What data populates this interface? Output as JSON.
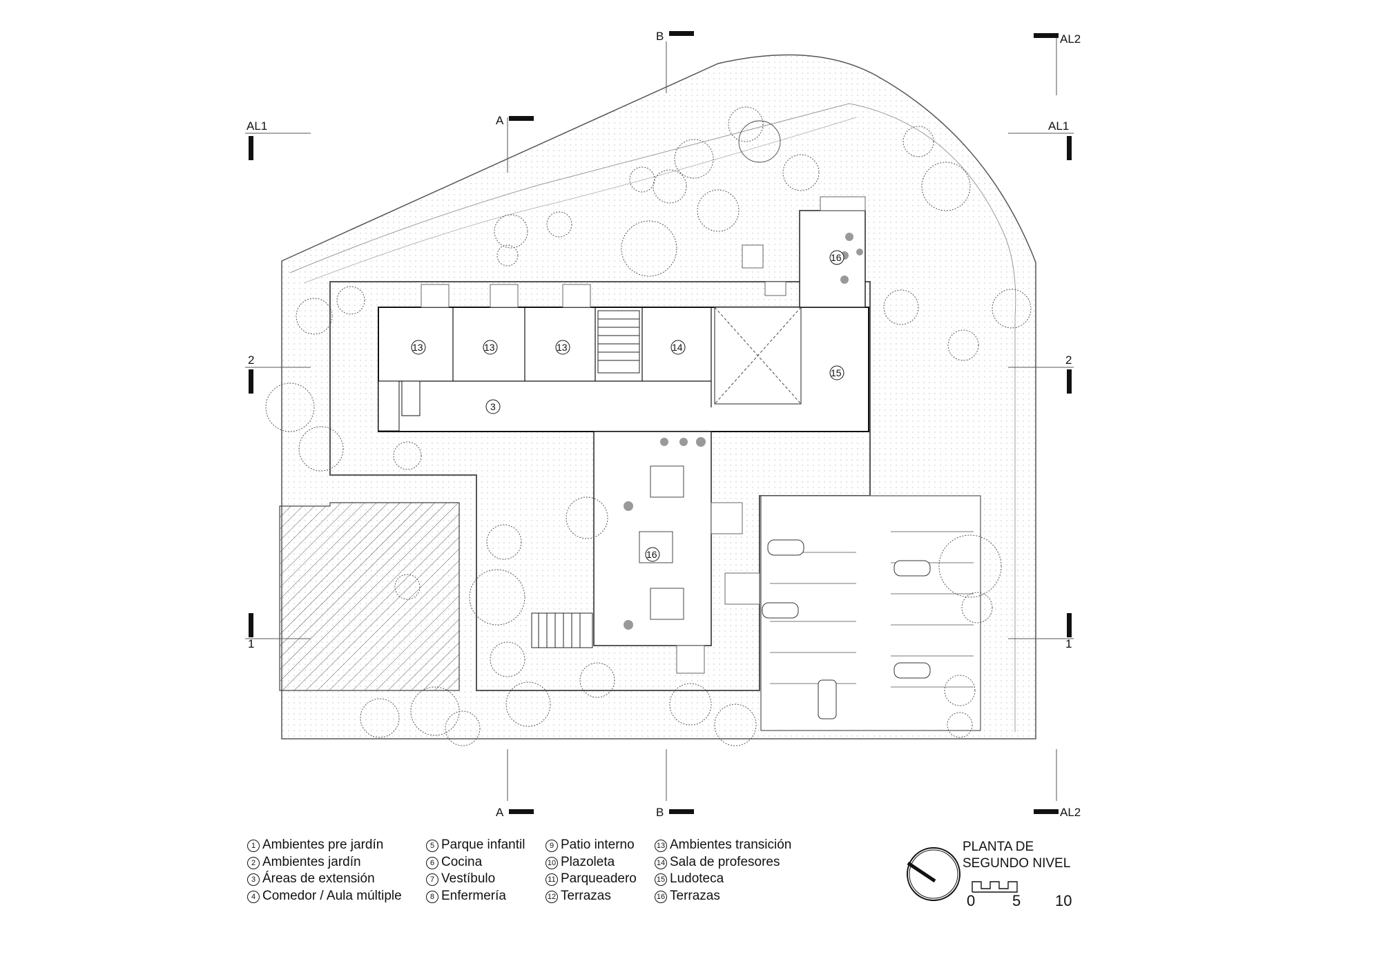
{
  "section_marks": {
    "a": "A",
    "b": "B",
    "al1": "AL1",
    "al2": "AL2",
    "one": "1",
    "two": "2"
  },
  "room_numbers": {
    "r13": "13",
    "r14": "14",
    "r15": "15",
    "r16": "16",
    "r3": "3"
  },
  "legend": {
    "col1": [
      {
        "num": "1",
        "label": "Ambientes pre jardín"
      },
      {
        "num": "2",
        "label": "Ambientes jardín"
      },
      {
        "num": "3",
        "label": "Áreas de extensión"
      },
      {
        "num": "4",
        "label": "Comedor / Aula múltiple"
      }
    ],
    "col2": [
      {
        "num": "5",
        "label": "Parque infantil"
      },
      {
        "num": "6",
        "label": "Cocina"
      },
      {
        "num": "7",
        "label": "Vestíbulo"
      },
      {
        "num": "8",
        "label": "Enfermería"
      }
    ],
    "col3": [
      {
        "num": "9",
        "label": "Patio interno"
      },
      {
        "num": "10",
        "label": "Plazoleta"
      },
      {
        "num": "11",
        "label": "Parqueadero"
      },
      {
        "num": "12",
        "label": "Terrazas"
      }
    ],
    "col4": [
      {
        "num": "13",
        "label": "Ambientes transición"
      },
      {
        "num": "14",
        "label": "Sala de profesores"
      },
      {
        "num": "15",
        "label": "Ludoteca"
      },
      {
        "num": "16",
        "label": "Terrazas"
      }
    ]
  },
  "title": {
    "line1": "PLANTA DE",
    "line2": "SEGUNDO NIVEL"
  },
  "scale": {
    "s0": "0",
    "s5": "5",
    "s10": "10"
  },
  "icons": [
    "north-arrow-icon",
    "tree-icon",
    "car-icon",
    "stair-icon"
  ]
}
